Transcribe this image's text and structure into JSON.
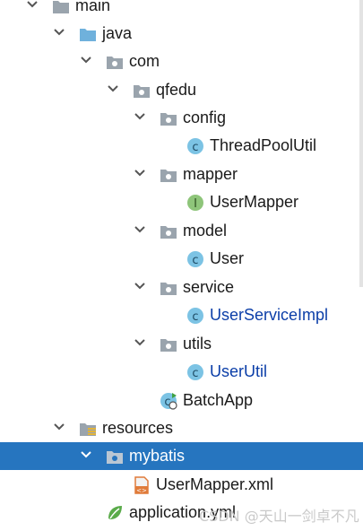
{
  "tree": {
    "items": [
      {
        "label": "main",
        "icon": "folder-grey-icon",
        "expanded": true
      },
      {
        "label": "java",
        "icon": "folder-blue-icon",
        "expanded": true
      },
      {
        "label": "com",
        "icon": "package-icon",
        "expanded": true
      },
      {
        "label": "qfedu",
        "icon": "package-icon",
        "expanded": true
      },
      {
        "label": "config",
        "icon": "package-icon",
        "expanded": true
      },
      {
        "label": "ThreadPoolUtil",
        "icon": "class-icon"
      },
      {
        "label": "mapper",
        "icon": "package-icon",
        "expanded": true
      },
      {
        "label": "UserMapper",
        "icon": "interface-icon"
      },
      {
        "label": "model",
        "icon": "package-icon",
        "expanded": true
      },
      {
        "label": "User",
        "icon": "class-icon"
      },
      {
        "label": "service",
        "icon": "package-icon",
        "expanded": true
      },
      {
        "label": "UserServiceImpl",
        "icon": "class-icon"
      },
      {
        "label": "utils",
        "icon": "package-icon",
        "expanded": true
      },
      {
        "label": "UserUtil",
        "icon": "class-icon"
      },
      {
        "label": "BatchApp",
        "icon": "spring-boot-class-icon"
      },
      {
        "label": "resources",
        "icon": "resources-folder-icon",
        "expanded": true
      },
      {
        "label": "mybatis",
        "icon": "package-icon",
        "expanded": true,
        "selected": true
      },
      {
        "label": "UserMapper.xml",
        "icon": "xml-file-icon"
      },
      {
        "label": "application.yml",
        "icon": "spring-config-icon"
      }
    ]
  },
  "watermark": "CSDN @天山一剑卓不凡",
  "colors": {
    "selection": "#2675bf",
    "vcs_modified": "#0b3ea8",
    "folder_grey": "#9aa4ad",
    "folder_blue": "#6fb1dc",
    "class_icon": "#7cc3e4",
    "interface_icon": "#8ec57a"
  }
}
